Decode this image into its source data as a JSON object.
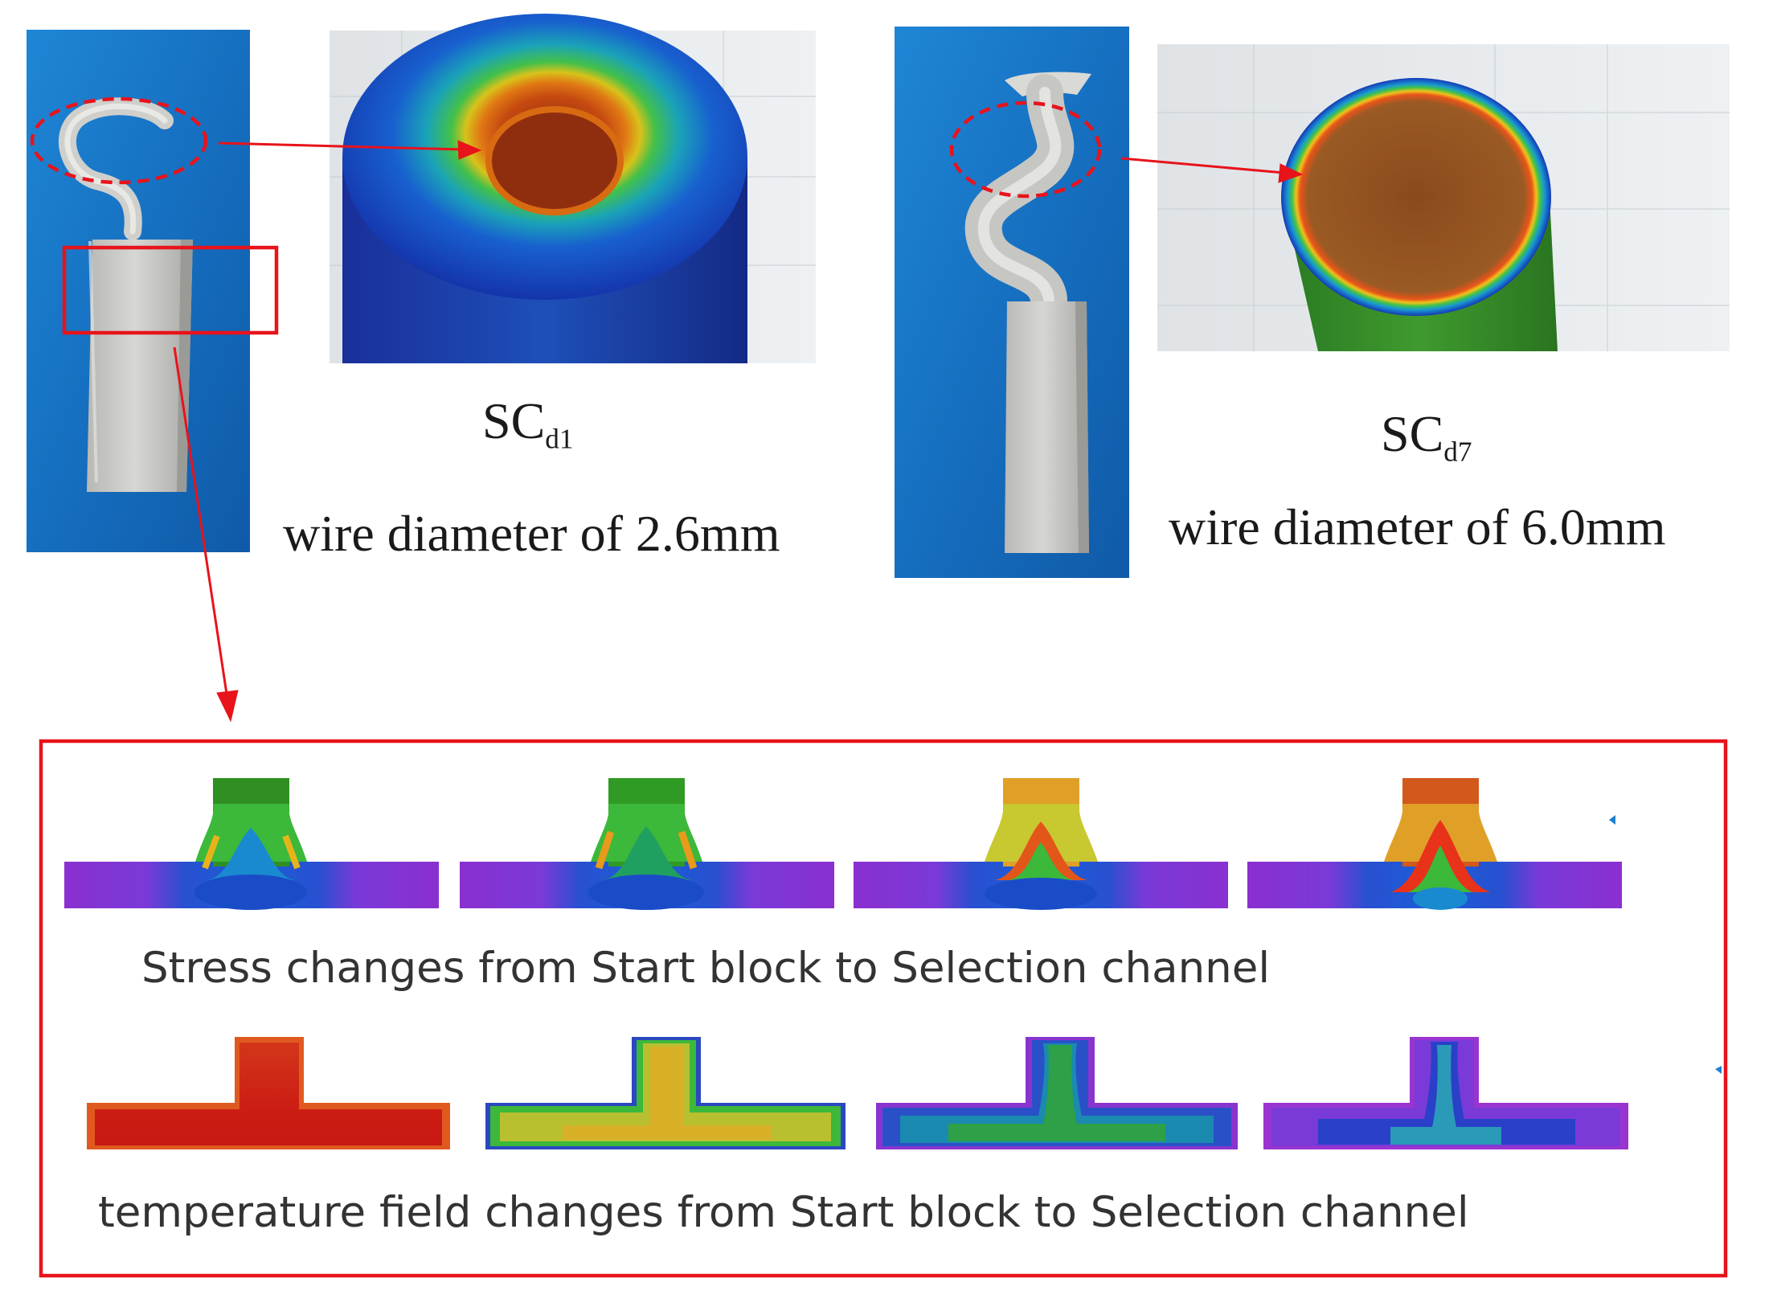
{
  "samples": [
    {
      "label_main": "SC",
      "label_sub": "d1",
      "caption": "wire diameter of 2.6mm"
    },
    {
      "label_main": "SC",
      "label_sub": "d7",
      "caption": "wire diameter of 6.0mm"
    }
  ],
  "detail_panel": {
    "stress_caption": "Stress changes from Start block to Selection channel",
    "temperature_caption": "temperature field changes from Start block to Selection channel",
    "stress_frames": 4,
    "temperature_frames": 4
  },
  "colors": {
    "highlight_red": "#e8131b",
    "photo_background_blue": "#1876c8",
    "part_grey": "#c9c9c7"
  }
}
